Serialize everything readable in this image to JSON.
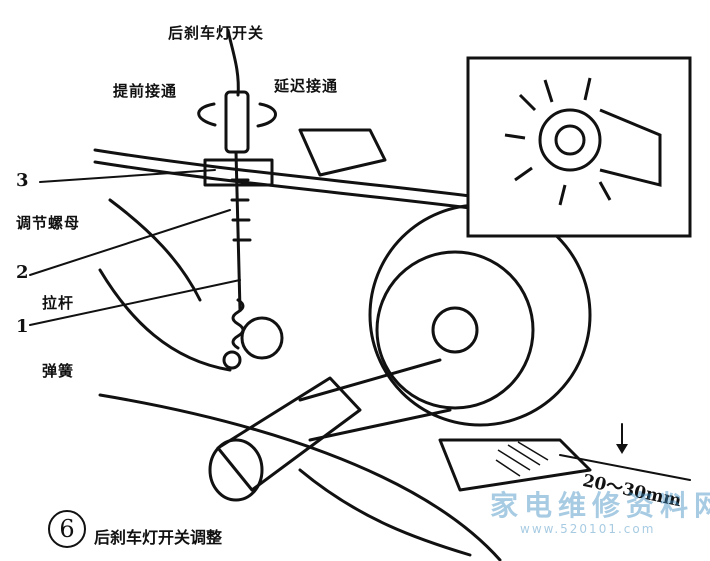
{
  "labels": {
    "rear_brake_switch": "后刹车灯开关",
    "early_connect": "提前接通",
    "delay_connect": "延迟接通",
    "num_3": "3",
    "adjust_nut": "调节螺母",
    "num_2": "2",
    "pull_rod": "拉杆",
    "num_1": "1",
    "spring": "弹簧"
  },
  "caption": {
    "number": "6",
    "text": "后刹车灯开关调整"
  },
  "dimension": "20～30mm",
  "watermark": {
    "text": "家电维修资料网",
    "url": "www.520101.com"
  }
}
